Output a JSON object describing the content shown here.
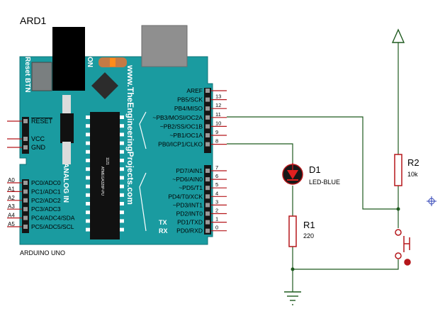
{
  "board": {
    "ref": "ARD1",
    "name": "ARDUINO UNO",
    "reset_label": "Reset BTN",
    "on_label": "ON",
    "site_text": "www.TheEngineeringProjects.com",
    "analog_in_label": "ANALOG IN",
    "chip_text": "ATMEGA328P-PU",
    "chip_num": "1121",
    "tx_label": "TX",
    "rx_label": "RX"
  },
  "power_pins": [
    {
      "label": "RESET"
    },
    {
      "label": "VCC"
    },
    {
      "label": "GND"
    }
  ],
  "analog_pins": [
    {
      "num": "A0",
      "label": "PC0/ADC0"
    },
    {
      "num": "A1",
      "label": "PC1/ADC1"
    },
    {
      "num": "A2",
      "label": "PC2/ADC2"
    },
    {
      "num": "A3",
      "label": "PC3/ADC3"
    },
    {
      "num": "A4",
      "label": "PC4/ADC4/SDA"
    },
    {
      "num": "A5",
      "label": "PC5/ADC5/SCL"
    }
  ],
  "digital_pins_top": [
    {
      "num": "",
      "label": "AREF"
    },
    {
      "num": "13",
      "label": "PB5/SCK"
    },
    {
      "num": "12",
      "label": "PB4/MISO"
    },
    {
      "num": "11",
      "label": "~PB3/MOSI/OC2A"
    },
    {
      "num": "10",
      "label": "~PB2/SS/OC1B"
    },
    {
      "num": "9",
      "label": "~PB1/OC1A"
    },
    {
      "num": "8",
      "label": "PB0/ICP1/CLKO"
    }
  ],
  "digital_pins_bottom": [
    {
      "num": "7",
      "label": "PD7/AIN1"
    },
    {
      "num": "6",
      "label": "~PD6/AIN0"
    },
    {
      "num": "5",
      "label": "~PD5/T1"
    },
    {
      "num": "4",
      "label": "PD4/T0/XCK"
    },
    {
      "num": "3",
      "label": "~PD3/INT1"
    },
    {
      "num": "2",
      "label": "PD2/INT0"
    },
    {
      "num": "1",
      "label": "PD1/TXD"
    },
    {
      "num": "0",
      "label": "PD0/RXD"
    }
  ],
  "components": {
    "led": {
      "ref": "D1",
      "value": "LED-BLUE"
    },
    "r1": {
      "ref": "R1",
      "value": "220"
    },
    "r2": {
      "ref": "R2",
      "value": "10k"
    }
  },
  "colors": {
    "board": "#1a9ba0",
    "board_edge": "#0d7377",
    "wire": "#1f5a1f",
    "component": "#b5161a",
    "power": "#1f5a1f",
    "text": "#000000"
  }
}
